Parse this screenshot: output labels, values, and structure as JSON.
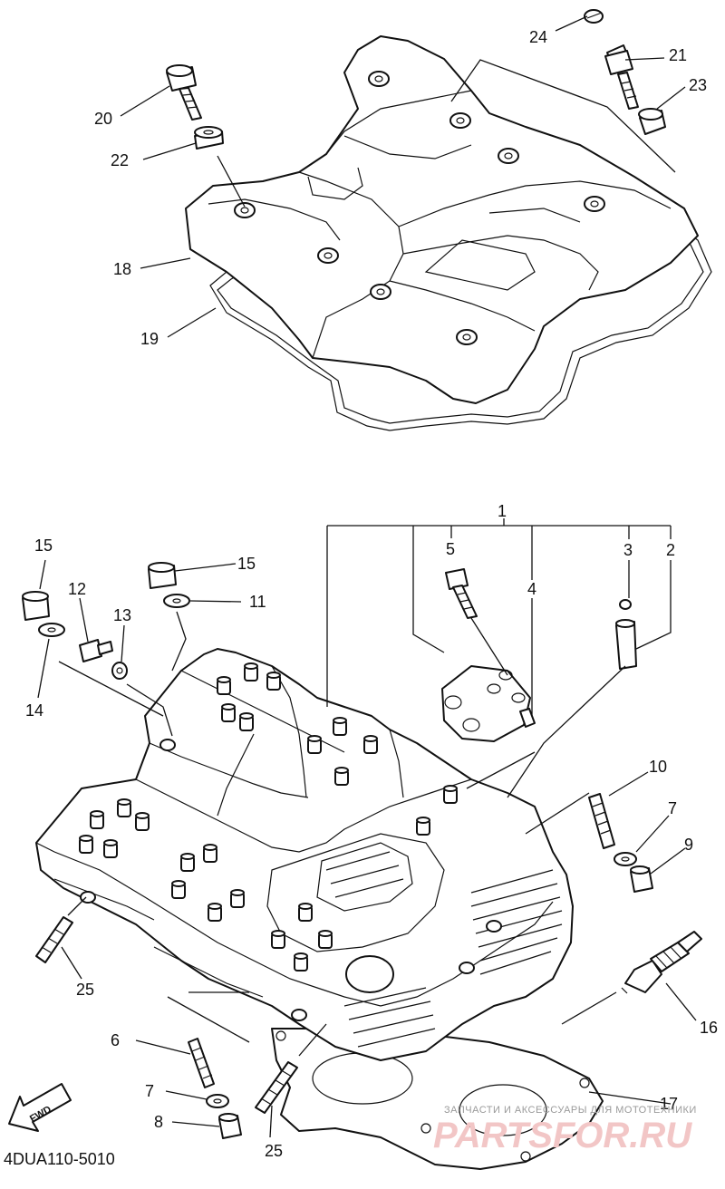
{
  "callouts": {
    "c1": "1",
    "c2": "2",
    "c3": "3",
    "c4": "4",
    "c5": "5",
    "c6": "6",
    "c7a": "7",
    "c7b": "7",
    "c8": "8",
    "c9": "9",
    "c10": "10",
    "c11": "11",
    "c12": "12",
    "c13": "13",
    "c14": "14",
    "c15a": "15",
    "c15b": "15",
    "c16": "16",
    "c17": "17",
    "c18": "18",
    "c19": "19",
    "c20": "20",
    "c21": "21",
    "c22": "22",
    "c23": "23",
    "c24": "24",
    "c25a": "25",
    "c25b": "25"
  },
  "diagram_code": "4DUA110-5010",
  "fwd_label": "FWD",
  "watermark": {
    "tagline": "ЗАПЧАСТИ И АКСЕССУАРЫ ДЛЯ МОТОТЕХНИКИ",
    "brand": "PARTSFOR.RU"
  }
}
